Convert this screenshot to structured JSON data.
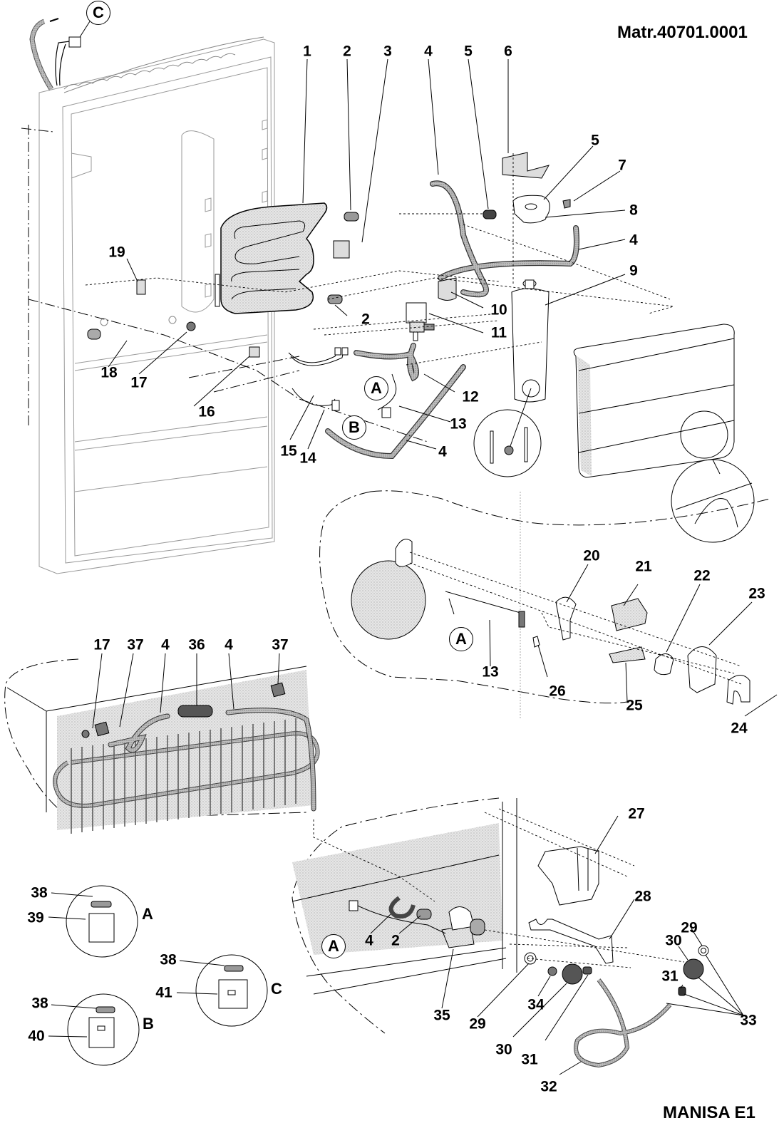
{
  "header": {
    "model_code": "Matr.40701.0001"
  },
  "footer": {
    "model_name": "MANISA E1"
  },
  "part_labels": [
    {
      "id": "p1",
      "text": "1"
    },
    {
      "id": "p2a",
      "text": "2"
    },
    {
      "id": "p3",
      "text": "3"
    },
    {
      "id": "p4a",
      "text": "4"
    },
    {
      "id": "p5a",
      "text": "5"
    },
    {
      "id": "p6",
      "text": "6"
    },
    {
      "id": "p5b",
      "text": "5"
    },
    {
      "id": "p7",
      "text": "7"
    },
    {
      "id": "p8",
      "text": "8"
    },
    {
      "id": "p4b",
      "text": "4"
    },
    {
      "id": "p9",
      "text": "9"
    },
    {
      "id": "p19",
      "text": "19"
    },
    {
      "id": "p10",
      "text": "10"
    },
    {
      "id": "p2b",
      "text": "2"
    },
    {
      "id": "p11",
      "text": "11"
    },
    {
      "id": "p18",
      "text": "18"
    },
    {
      "id": "p17a",
      "text": "17"
    },
    {
      "id": "p16",
      "text": "16"
    },
    {
      "id": "p12",
      "text": "12"
    },
    {
      "id": "p13a",
      "text": "13"
    },
    {
      "id": "p15",
      "text": "15"
    },
    {
      "id": "p14",
      "text": "14"
    },
    {
      "id": "p4c",
      "text": "4"
    },
    {
      "id": "p20",
      "text": "20"
    },
    {
      "id": "p21",
      "text": "21"
    },
    {
      "id": "p22",
      "text": "22"
    },
    {
      "id": "p23",
      "text": "23"
    },
    {
      "id": "p13b",
      "text": "13"
    },
    {
      "id": "p26",
      "text": "26"
    },
    {
      "id": "p25",
      "text": "25"
    },
    {
      "id": "p24",
      "text": "24"
    },
    {
      "id": "p17b",
      "text": "17"
    },
    {
      "id": "p37a",
      "text": "37"
    },
    {
      "id": "p4d",
      "text": "4"
    },
    {
      "id": "p36",
      "text": "36"
    },
    {
      "id": "p4e",
      "text": "4"
    },
    {
      "id": "p37b",
      "text": "37"
    },
    {
      "id": "p27",
      "text": "27"
    },
    {
      "id": "p28",
      "text": "28"
    },
    {
      "id": "p29a",
      "text": "29"
    },
    {
      "id": "p30a",
      "text": "30"
    },
    {
      "id": "p31a",
      "text": "31"
    },
    {
      "id": "p33",
      "text": "33"
    },
    {
      "id": "p38a",
      "text": "38"
    },
    {
      "id": "p39",
      "text": "39"
    },
    {
      "id": "p38b",
      "text": "38"
    },
    {
      "id": "p41",
      "text": "41"
    },
    {
      "id": "p38c",
      "text": "38"
    },
    {
      "id": "p40",
      "text": "40"
    },
    {
      "id": "p4f",
      "text": "4"
    },
    {
      "id": "p2c",
      "text": "2"
    },
    {
      "id": "p35",
      "text": "35"
    },
    {
      "id": "p29b",
      "text": "29"
    },
    {
      "id": "p34",
      "text": "34"
    },
    {
      "id": "p30b",
      "text": "30"
    },
    {
      "id": "p31b",
      "text": "31"
    },
    {
      "id": "p32",
      "text": "32"
    }
  ],
  "connector_callouts": {
    "c_top": "C",
    "a_mid": "A",
    "b_mid": "B",
    "a_door": "A",
    "a_valve": "A"
  },
  "detail_letters": {
    "detail_a": "A",
    "detail_c": "C",
    "detail_b": "B"
  }
}
